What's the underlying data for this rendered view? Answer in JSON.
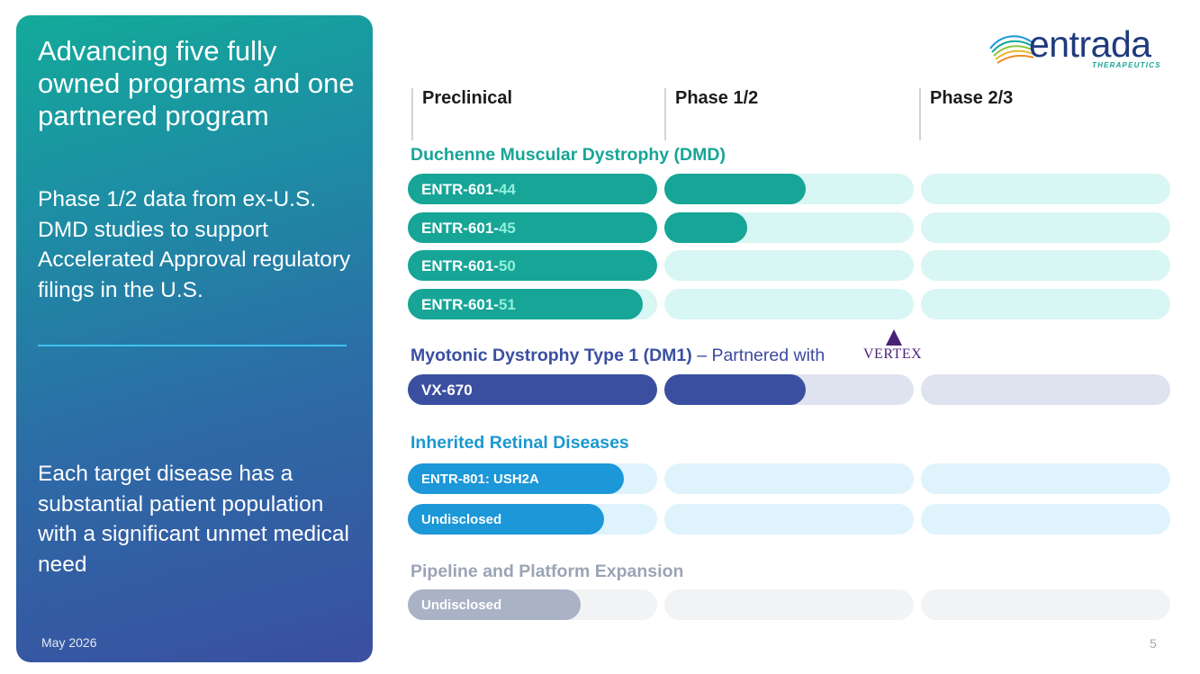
{
  "left_panel": {
    "title": "Advancing five fully owned programs and one partnered program",
    "body1": "Phase 1/2 data from ex-U.S. DMD studies to support Accelerated Approval regulatory filings in the U.S.",
    "body2": "Each target disease has a substantial patient population with a significant unmet medical need",
    "date": "May 2026"
  },
  "logo": {
    "word": "entrada",
    "sub": "THERAPEUTICS",
    "partner_logo_text": "VERTEX"
  },
  "phases": [
    "Preclinical",
    "Phase 1/2",
    "Phase 2/3"
  ],
  "groups": {
    "dmd": {
      "title": "Duchenne Muscular Dystrophy (DMD)",
      "programs": [
        {
          "prefix": "ENTR-601-",
          "suffix": "44",
          "preclinical_progress": 1.0,
          "phase12_progress": 0.56
        },
        {
          "prefix": "ENTR-601-",
          "suffix": "45",
          "preclinical_progress": 1.0,
          "phase12_progress": 0.33
        },
        {
          "prefix": "ENTR-601-",
          "suffix": "50",
          "preclinical_progress": 1.0,
          "phase12_progress": 0
        },
        {
          "prefix": "ENTR-601-",
          "suffix": "51",
          "preclinical_progress": 0.94,
          "phase12_progress": 0
        }
      ]
    },
    "dm1": {
      "title": "Myotonic Dystrophy Type 1 (DM1)",
      "partner_text": "– Partnered with",
      "programs": [
        {
          "label": "VX-670",
          "preclinical_progress": 1.0,
          "phase12_progress": 0.56
        }
      ]
    },
    "ird": {
      "title": "Inherited Retinal Diseases",
      "programs": [
        {
          "label": "ENTR-801: USH2A",
          "preclinical_progress": 0.87
        },
        {
          "label": "Undisclosed",
          "preclinical_progress": 0.79
        }
      ]
    },
    "platform": {
      "title": "Pipeline and Platform Expansion",
      "programs": [
        {
          "label": "Undisclosed",
          "preclinical_progress": 0.69
        }
      ]
    }
  },
  "colors": {
    "dmd": "#16a597",
    "dmd_track": "#d8f6f3",
    "dm1": "#3a4fa0",
    "dm1_track": "#dfe2ef",
    "ird": "#1c97d8",
    "ird_track": "#def3fc",
    "platform": "#aab2c6",
    "platform_track": "#f2f3f5",
    "dmd_title": "#16a597",
    "dm1_title": "#3a4fa0",
    "ird_title": "#1a98d0",
    "platform_title": "#9ba4b6"
  },
  "page_number": "5"
}
